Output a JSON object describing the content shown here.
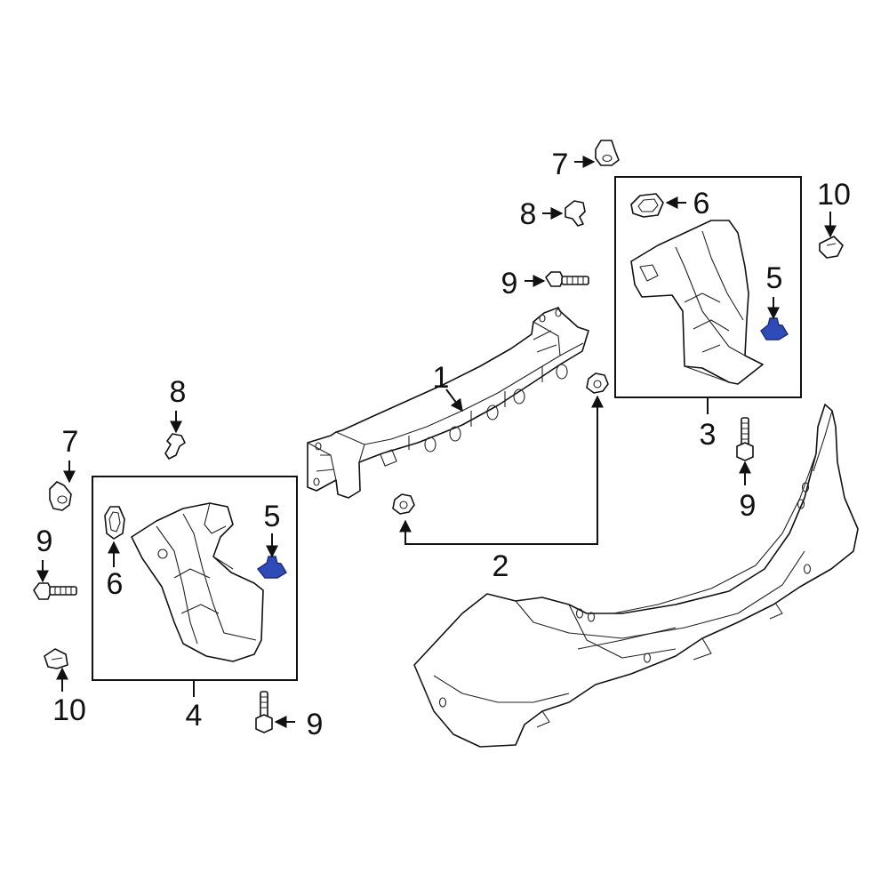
{
  "diagram": {
    "colors": {
      "line": "#111111",
      "highlight_fill": "#2f4bb8",
      "highlight_stroke": "#1a2a7a",
      "background": "#ffffff"
    },
    "callouts": {
      "c1": "1",
      "c2": "2",
      "c3": "3",
      "c4": "4",
      "c5_right": "5",
      "c5_left": "5",
      "c6_right": "6",
      "c6_left": "6",
      "c7_top": "7",
      "c7_left": "7",
      "c8_top": "8",
      "c8_left": "8",
      "c9_top": "9",
      "c9_right": "9",
      "c9_left": "9",
      "c9_bottom": "9",
      "c10_right": "10",
      "c10_left": "10"
    }
  }
}
